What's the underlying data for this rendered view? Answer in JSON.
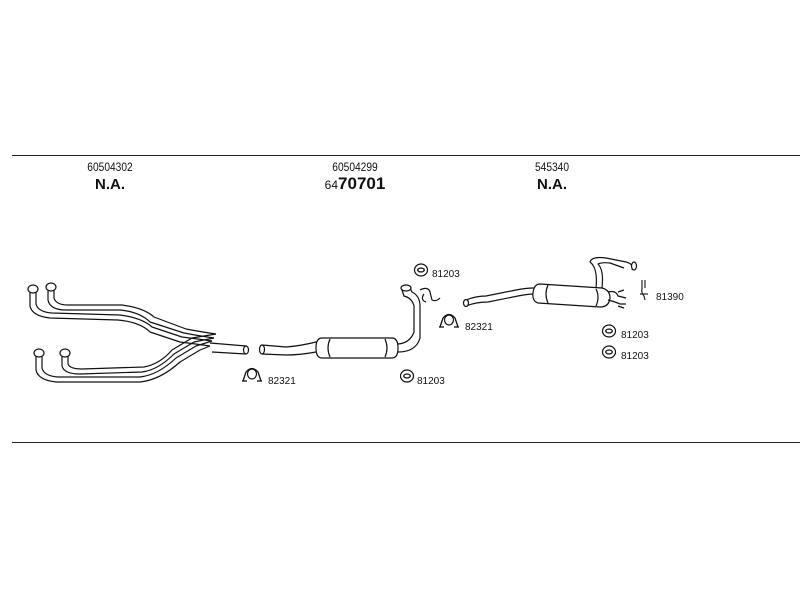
{
  "columns": [
    {
      "part_number": "60504302",
      "code": "N.A."
    },
    {
      "part_number": "60504299",
      "code_prefix": "64",
      "code_main": "70701"
    },
    {
      "part_number": "545340",
      "code": "N.A."
    }
  ],
  "callouts": {
    "clamp_front": "82321",
    "gasket_mid": "81203",
    "gasket_upper": "81203",
    "clamp_mid": "82321",
    "hanger_rear": "81390",
    "gasket_rear_1": "81203",
    "gasket_rear_2": "81203"
  }
}
